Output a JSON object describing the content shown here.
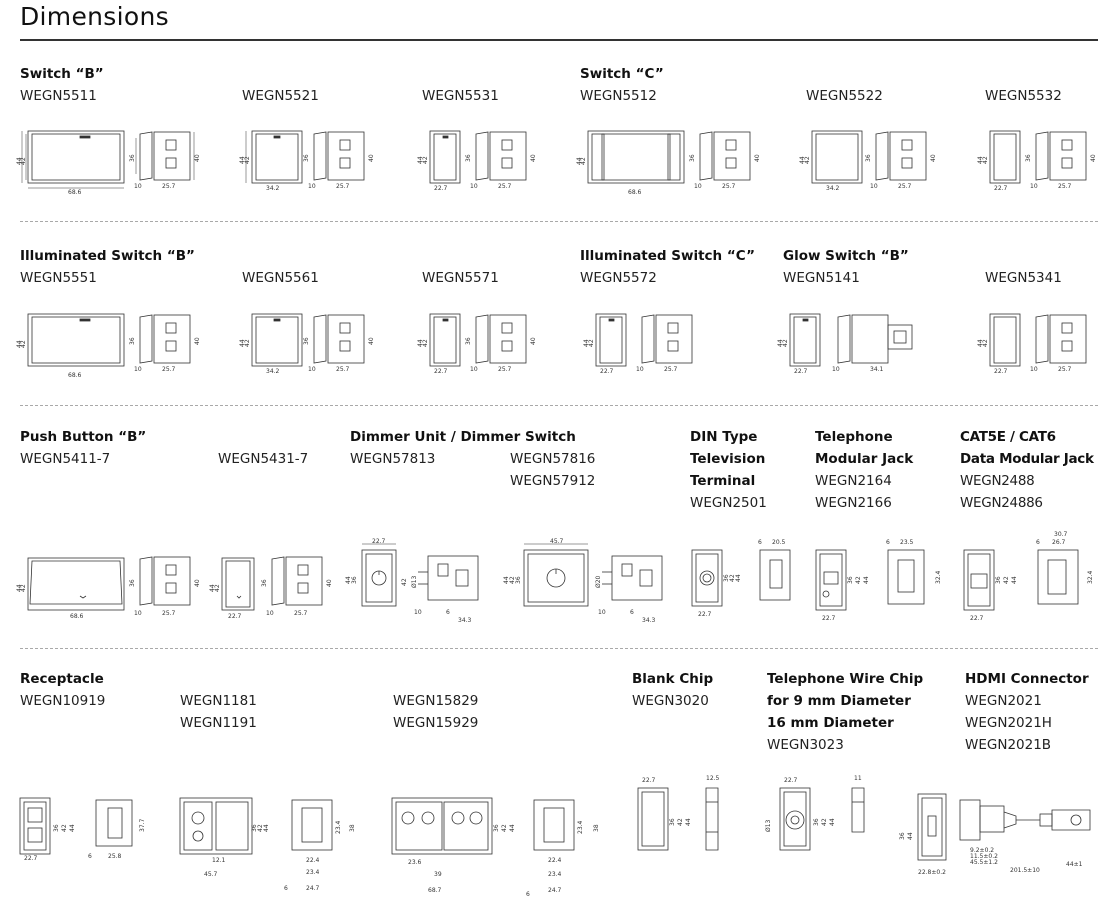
{
  "title": "Dimensions",
  "sec1": [
    {
      "key": "sb",
      "heading": "Switch “B”",
      "codes": [
        "WEGN5511"
      ]
    },
    {
      "key": "s5521",
      "codes": [
        "WEGN5521"
      ]
    },
    {
      "key": "s5531",
      "codes": [
        "WEGN5531"
      ]
    },
    {
      "key": "sc",
      "heading": "Switch “C”",
      "codes": [
        "WEGN5512"
      ]
    },
    {
      "key": "s5522",
      "codes": [
        "WEGN5522"
      ]
    },
    {
      "key": "s5532",
      "codes": [
        "WEGN5532"
      ]
    }
  ],
  "sec2": [
    {
      "key": "isb",
      "heading": "Illuminated Switch “B”",
      "codes": [
        "WEGN5551"
      ]
    },
    {
      "key": "s5561",
      "codes": [
        "WEGN5561"
      ]
    },
    {
      "key": "s5571",
      "codes": [
        "WEGN5571"
      ]
    },
    {
      "key": "isc",
      "heading": "Illuminated Switch “C”",
      "codes": [
        "WEGN5572"
      ]
    },
    {
      "key": "gsb",
      "heading": "Glow Switch “B”",
      "codes": [
        "WEGN5141"
      ]
    },
    {
      "key": "s5341",
      "codes": [
        "WEGN5341"
      ]
    }
  ],
  "sec3": [
    {
      "key": "pb",
      "heading": "Push Button “B”",
      "codes": [
        "WEGN5411-7"
      ]
    },
    {
      "key": "pb2",
      "codes": [
        "WEGN5431-7"
      ]
    },
    {
      "key": "dim",
      "heading": "Dimmer Unit / Dimmer Switch",
      "codes": [
        "WEGN57813"
      ]
    },
    {
      "key": "dim2",
      "codes": [
        "WEGN57816",
        "WEGN57912"
      ]
    },
    {
      "key": "din",
      "heading": "DIN Type",
      "heading2": "Television",
      "heading3": "Terminal",
      "codes": [
        "WEGN2501"
      ]
    },
    {
      "key": "tel",
      "heading": "Telephone",
      "heading2": "Modular Jack",
      "codes": [
        "WEGN2164",
        "WEGN2166"
      ]
    },
    {
      "key": "cat",
      "heading": "CAT5E / CAT6",
      "heading2": "Data Modular Jack",
      "codes": [
        "WEGN2488",
        "WEGN24886"
      ]
    }
  ],
  "sec4": [
    {
      "key": "rec",
      "heading": "Receptacle",
      "codes": [
        "WEGN10919"
      ]
    },
    {
      "key": "rec2",
      "codes": [
        "WEGN1181",
        "WEGN1191"
      ]
    },
    {
      "key": "rec3",
      "codes": [
        "WEGN15829",
        "WEGN15929"
      ]
    },
    {
      "key": "blank",
      "heading": "Blank Chip",
      "codes": [
        "WEGN3020"
      ]
    },
    {
      "key": "twc",
      "heading": "Telephone Wire Chip",
      "heading2": "for 9 mm Diameter",
      "heading3": "16 mm Diameter",
      "codes": [
        "WEGN3023"
      ]
    },
    {
      "key": "hdmi",
      "heading": "HDMI Connector",
      "codes": [
        "WEGN2021",
        "WEGN2021H",
        "WEGN2021B"
      ]
    }
  ],
  "dims": {
    "h44": "44",
    "h42": "42",
    "h36": "36",
    "h40": "40",
    "h38": "38",
    "h37": "37.7",
    "w686": "68.6",
    "w342": "34.2",
    "w227": "22.7",
    "w257": "25.7",
    "w10": "10",
    "w341": "34.1",
    "w457": "45.7",
    "w343": "34.3",
    "w6": "6",
    "w205": "20.5",
    "w235": "23.5",
    "w307": "30.7",
    "w267": "26.7",
    "w324": "32.4",
    "w258": "25.8",
    "w121": "12.1",
    "w224": "22.4",
    "w234": "23.4",
    "w247": "24.7",
    "w236": "23.6",
    "w39": "39",
    "w687": "68.7",
    "w125": "12.5",
    "w11": "11",
    "d13": "Ø13",
    "d20": "Ø20",
    "hd1": "9.2±0.2",
    "hd2": "11.5±0.2",
    "hd3": "45.5±1.2",
    "hd4": "201.5±10",
    "hd5": "44±1",
    "hd6": "22.8±0.2"
  }
}
